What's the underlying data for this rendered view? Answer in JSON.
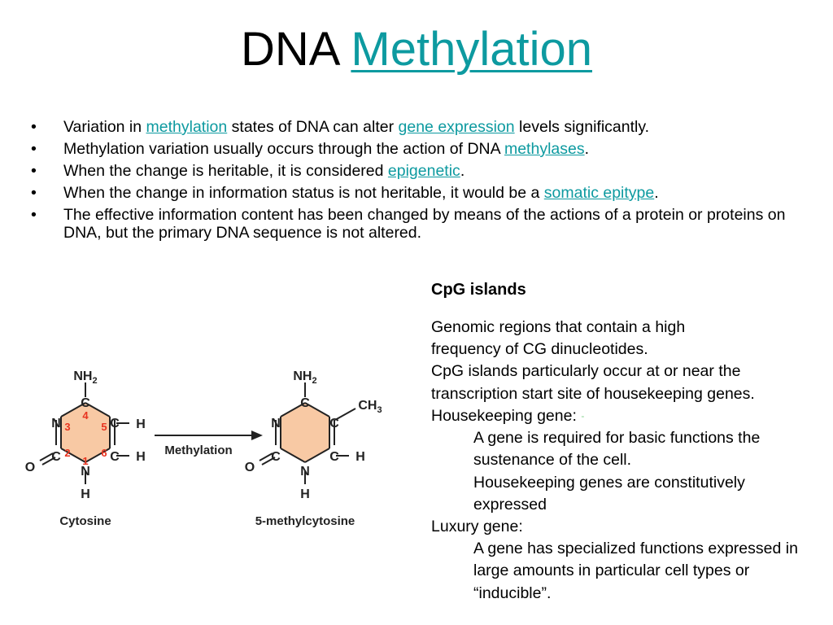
{
  "title": {
    "plain": "DNA",
    "link": "Methylation"
  },
  "bullets": [
    {
      "parts": [
        {
          "t": "Variation in "
        },
        {
          "t": "methylation",
          "link": true
        },
        {
          "t": " states of DNA can alter "
        },
        {
          "t": "gene expression",
          "link": true
        },
        {
          "t": " levels significantly."
        }
      ]
    },
    {
      "parts": [
        {
          "t": "Methylation variation usually occurs through the action of DNA "
        },
        {
          "t": "methylases",
          "link": true
        },
        {
          "t": "."
        }
      ]
    },
    {
      "parts": [
        {
          "t": "When the change is heritable, it is considered "
        },
        {
          "t": "epigenetic",
          "link": true
        },
        {
          "t": "."
        }
      ]
    },
    {
      "parts": [
        {
          "t": "When the change in information status is not heritable, it would be a "
        },
        {
          "t": "somatic epitype",
          "link": true
        },
        {
          "t": "."
        }
      ]
    },
    {
      "parts": [
        {
          "t": "The effective information content has been changed by means of the actions of a protein or proteins on DNA, but the primary DNA sequence is not altered."
        }
      ]
    }
  ],
  "cpg": {
    "heading": "CpG islands",
    "p1a": "Genomic regions that contain a high",
    "p1b": "frequency of CG dinucleotides.",
    "p2a": "CpG islands particularly occur at or near the",
    "p2b": "transcription start site of housekeeping genes.",
    "hk_label": "Housekeeping gene:",
    "hk_stray": "-",
    "hk_1": "A gene is required for basic functions the sustenance of the cell.",
    "hk_2": "Housekeeping genes are constitutively expressed",
    "lux_label": "Luxury gene:",
    "lux_1": "A gene has specialized functions expressed in large amounts in  particular cell types or “inducible”."
  },
  "diagram": {
    "arrow_label": "Methylation",
    "cytosine": {
      "name": "Cytosine",
      "atoms": {
        "nh2": "NH",
        "nh2_sub": "2",
        "c4": "C",
        "n3": "N",
        "c5": "C",
        "c2": "C",
        "c6": "C",
        "n1": "N",
        "o": "O",
        "h5": "H",
        "h6": "H",
        "h1": "H"
      },
      "numbers": {
        "n1": "1",
        "n2": "2",
        "n3": "3",
        "n4": "4",
        "n5": "5",
        "n6": "6"
      }
    },
    "methylcytosine": {
      "name": "5-methylcytosine",
      "atoms": {
        "nh2": "NH",
        "nh2_sub": "2",
        "c4": "C",
        "n3": "N",
        "c5": "C",
        "c2": "C",
        "c6": "C",
        "n1": "N",
        "o": "O",
        "ch3": "CH",
        "ch3_sub": "3",
        "h6": "H",
        "h1": "H"
      }
    },
    "colors": {
      "ring_fill": "#f8c9a4",
      "number_color": "#e8331f",
      "link": "#0d9aa0"
    }
  }
}
